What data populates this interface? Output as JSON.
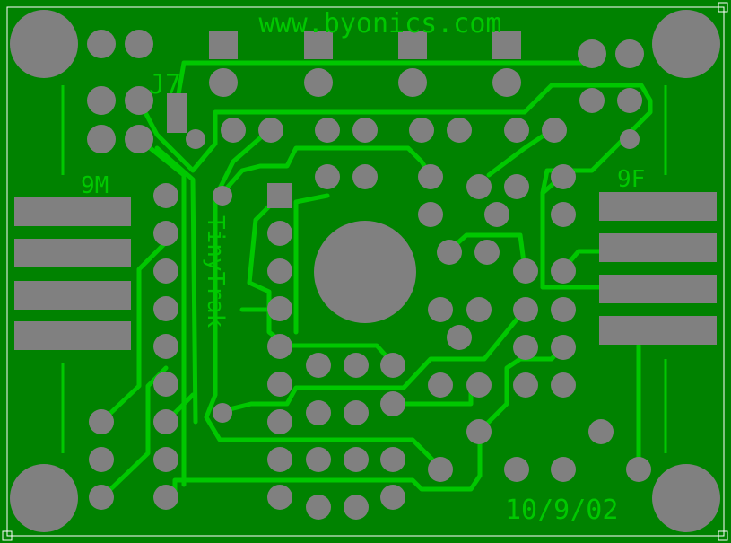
{
  "board": {
    "url_text": "www.byonics.com",
    "connector_label": "J7",
    "left_connector_label": "9M",
    "right_connector_label": "9F",
    "product_label": "TinyTrak",
    "date_label": "10/9/02"
  },
  "colors": {
    "board": "#008200",
    "trace": "#00c800",
    "silk": "#00c800",
    "pad": "#808080",
    "outline": "#ffffff"
  }
}
